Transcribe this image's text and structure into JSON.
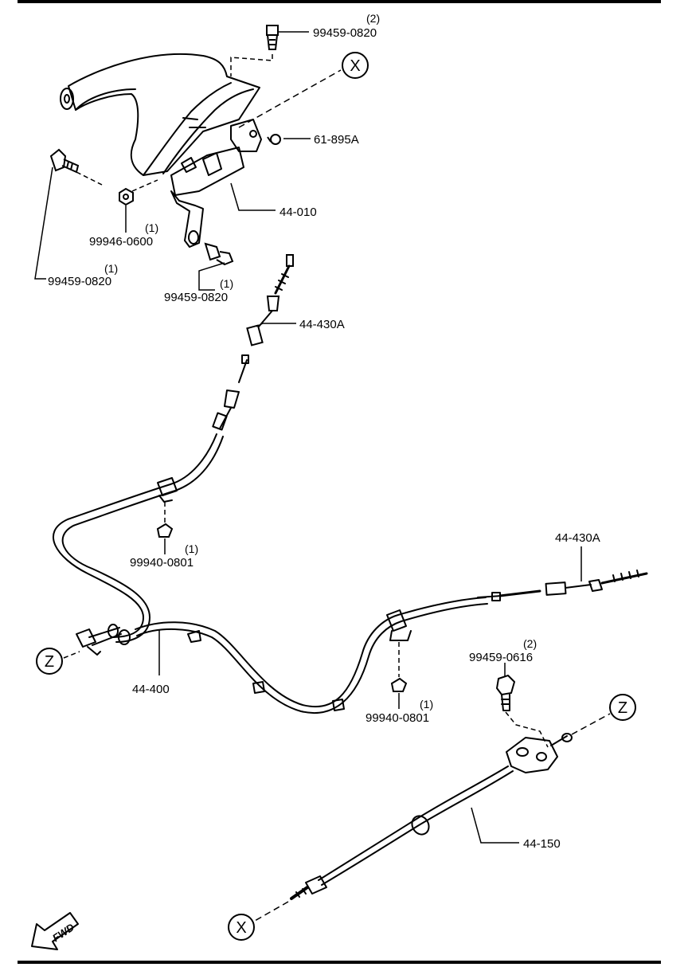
{
  "parts": {
    "bolt_top": {
      "number": "99459-0820",
      "qty": "(2)"
    },
    "clip_x": {
      "number": "61-895A"
    },
    "lever_assembly": {
      "number": "44-010"
    },
    "nut": {
      "number": "99946-0600",
      "qty": "(1)"
    },
    "bolt_left": {
      "number": "99459-0820",
      "qty": "(1)"
    },
    "bolt_bracket": {
      "number": "99459-0820",
      "qty": "(1)"
    },
    "front_cable": {
      "number": "44-430A"
    },
    "rear_cable_end": {
      "number": "44-430A"
    },
    "clip_left": {
      "number": "99940-0801",
      "qty": "(1)"
    },
    "clip_right": {
      "number": "99940-0801",
      "qty": "(1)"
    },
    "rear_cable": {
      "number": "44-400"
    },
    "bolt_bottom": {
      "number": "99459-0616",
      "qty": "(2)"
    },
    "equalizer_cable": {
      "number": "44-150"
    }
  },
  "markers": {
    "x": "X",
    "z": "Z"
  },
  "arrow": {
    "label": "FWD"
  }
}
